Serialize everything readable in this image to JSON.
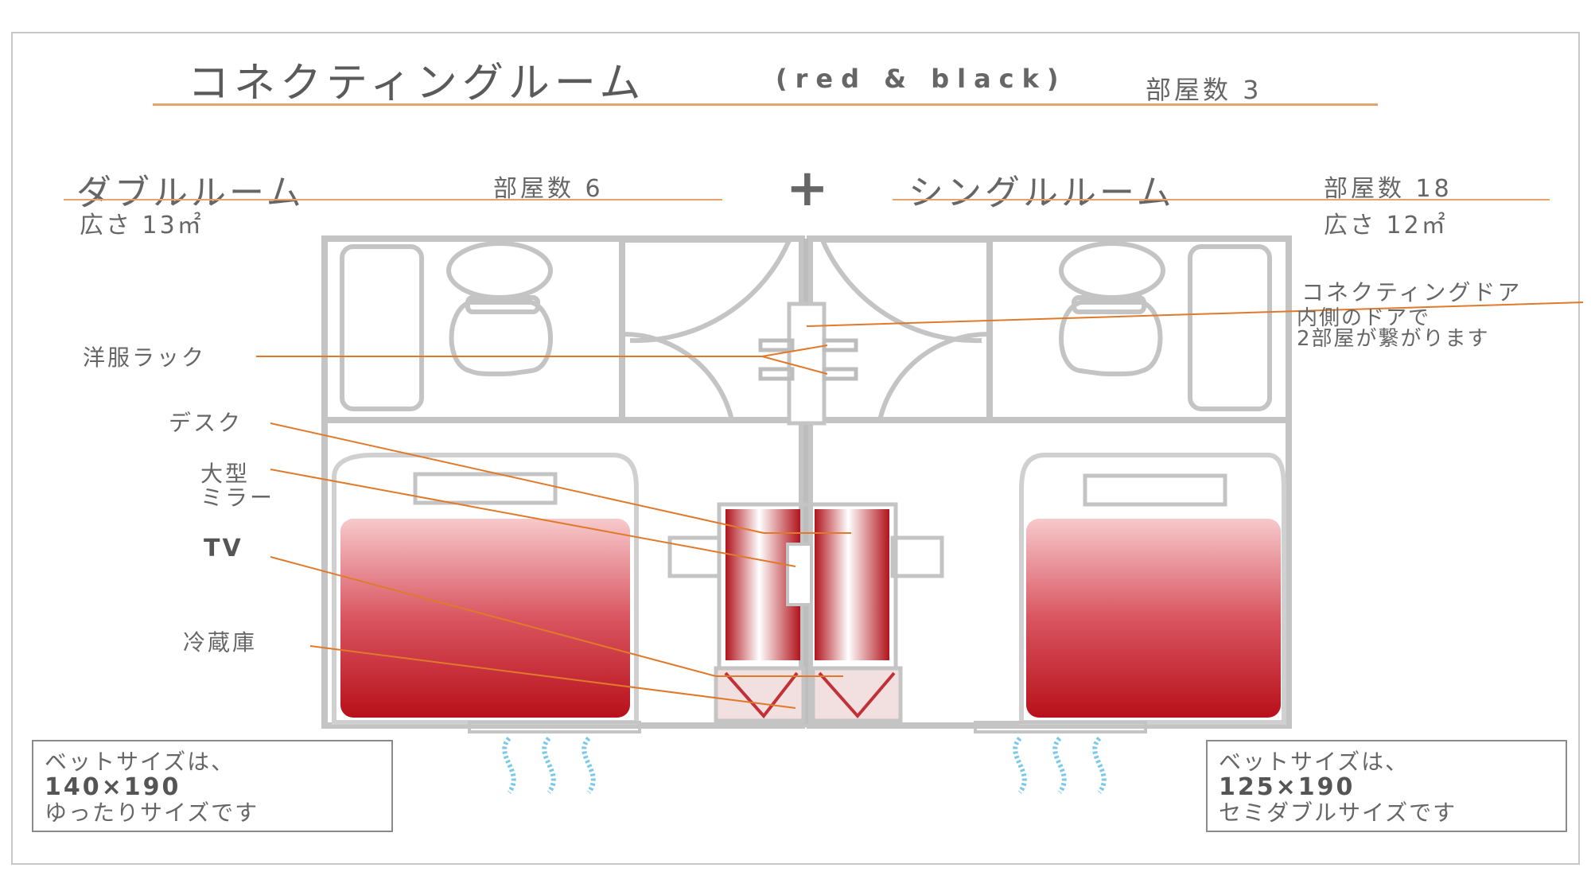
{
  "title": {
    "main": "コネクティングルーム",
    "sub": "(red & black)",
    "count": "部屋数 3"
  },
  "left_room": {
    "name": "ダブルルーム",
    "count": "部屋数 6",
    "area": "広さ 13㎡"
  },
  "plus": "+",
  "right_room": {
    "name": "シングルルーム",
    "count": "部屋数 18",
    "area": "広さ 12㎡"
  },
  "labels": {
    "clothes_rack": "洋服ラック",
    "desk": "デスク",
    "mirror_line1": "大型",
    "mirror_line2": "ミラー",
    "tv": "TV",
    "fridge": "冷蔵庫",
    "connecting_door": "コネクティングドア",
    "connecting_note_line1": "内側のドアで",
    "connecting_note_line2": "2部屋が繋がります"
  },
  "left_bed": {
    "line1": "ベットサイズは、",
    "size": "140×190",
    "line3": "ゆったりサイズです"
  },
  "right_bed": {
    "line1": "ベットサイズは、",
    "size": "125×190",
    "line3": "セミダブルサイズです"
  },
  "colors": {
    "accent_line": "#e07a2a",
    "wall": "#c4c4c4",
    "bed_red": "#c01a22",
    "wind_blue": "#7cc8e8"
  }
}
